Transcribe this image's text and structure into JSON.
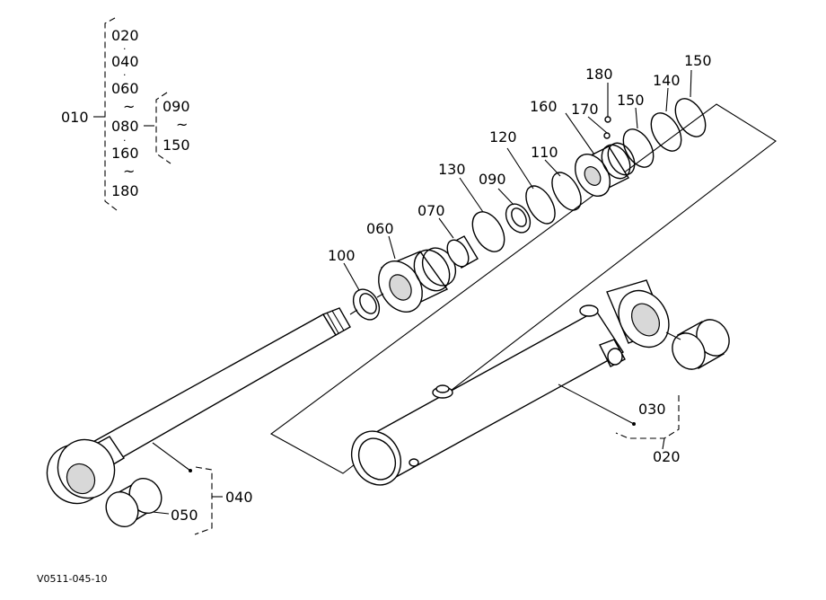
{
  "diagram_id": "V0511-045-10",
  "legend": {
    "root": "010",
    "column": [
      "020",
      "040",
      "060",
      "080",
      "160",
      "180"
    ],
    "sub_group": [
      "090",
      "150"
    ],
    "tilde": "~",
    "dot": "·"
  },
  "callouts": {
    "p180": "180",
    "p150a": "150",
    "p140": "140",
    "p150b": "150",
    "p170": "170",
    "p160": "160",
    "p120": "120",
    "p110": "110",
    "p130": "130",
    "p090": "090",
    "p070": "070",
    "p060": "060",
    "p100": "100",
    "p030": "030",
    "p020": "020",
    "p040": "040",
    "p050": "050"
  }
}
